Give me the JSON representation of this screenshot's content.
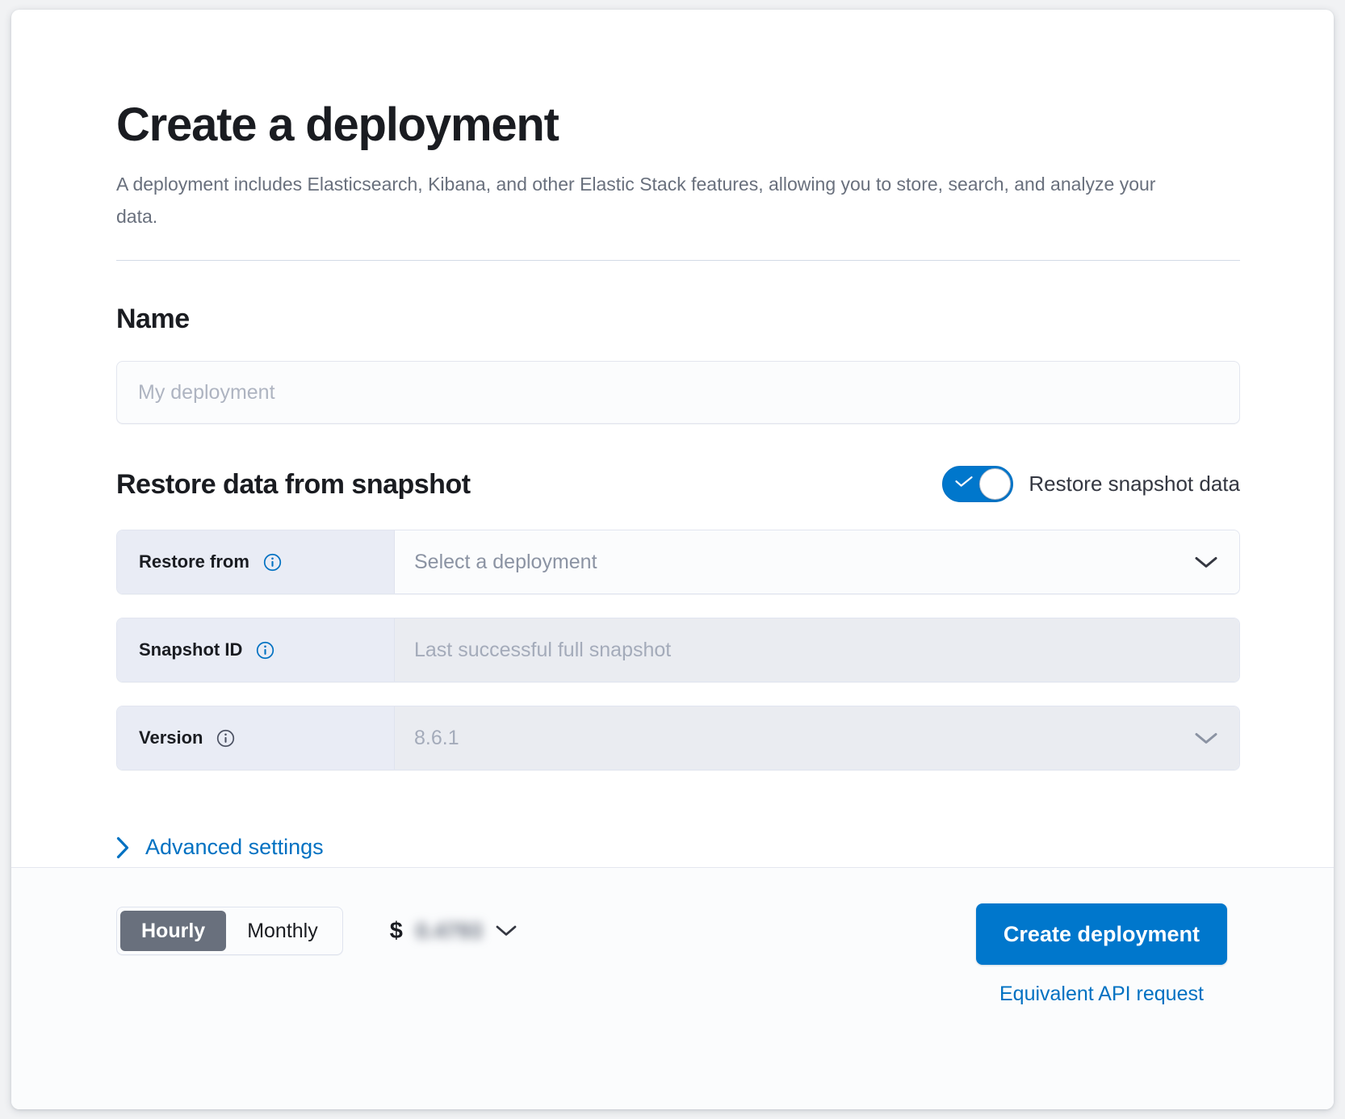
{
  "header": {
    "title": "Create a deployment",
    "subtitle": "A deployment includes Elasticsearch, Kibana, and other Elastic Stack features, allowing you to store, search, and analyze your data."
  },
  "name_section": {
    "heading": "Name",
    "input_value": "",
    "input_placeholder": "My deployment"
  },
  "restore_section": {
    "heading": "Restore data from snapshot",
    "toggle": {
      "label": "Restore snapshot data",
      "checked": true,
      "icon": "check-icon"
    },
    "rows": [
      {
        "label": "Restore from",
        "info_icon": "info-circle-icon",
        "value": "Select a deployment",
        "placeholder": "Select a deployment",
        "control": "select",
        "control_icon": "chevron-down-icon",
        "disabled": false
      },
      {
        "label": "Snapshot ID",
        "info_icon": "info-circle-icon",
        "value": "",
        "placeholder": "Last successful full snapshot",
        "control": "text",
        "control_icon": "",
        "disabled": true
      },
      {
        "label": "Version",
        "info_icon": "info-circle-icon",
        "value": "8.6.1",
        "placeholder": "8.6.1",
        "control": "select",
        "control_icon": "chevron-down-icon",
        "disabled": true
      }
    ],
    "advanced_settings": {
      "label": "Advanced settings",
      "icon": "chevron-right-icon",
      "expanded": false
    }
  },
  "footer": {
    "billing_toggle": {
      "options": [
        "Hourly",
        "Monthly"
      ],
      "selected": "Hourly"
    },
    "price": {
      "currency_symbol": "$",
      "amount": "0.4793",
      "redacted": true,
      "icon": "chevron-down-icon"
    },
    "create_button": "Create deployment",
    "api_link": "Equivalent API request"
  },
  "colors": {
    "accent_blue": "#0077cc",
    "link_blue": "#0071c2",
    "text_dark": "#1a1c21",
    "text_muted": "#69707d",
    "placeholder": "#aeb4c1",
    "segment_active": "#69707d",
    "panel_bg": "#ffffff",
    "page_bg": "#f1f2f4",
    "label_bg": "#e9ecf5",
    "disabled_bg": "#eaecf1"
  }
}
